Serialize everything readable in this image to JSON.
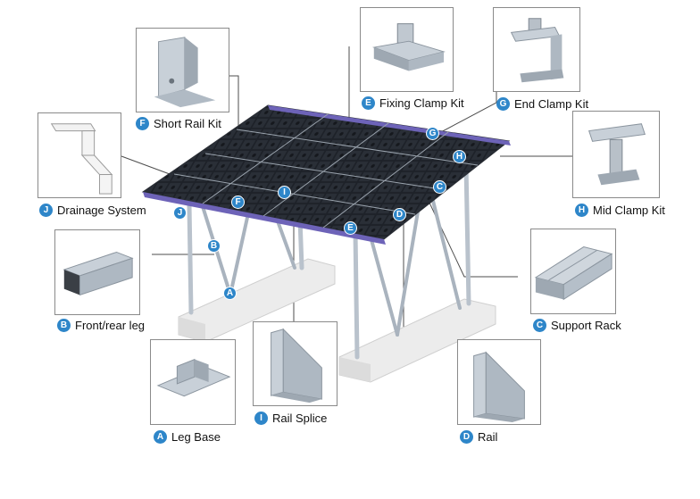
{
  "components": [
    {
      "letter": "A",
      "label": "Leg Base"
    },
    {
      "letter": "B",
      "label": "Front/rear leg"
    },
    {
      "letter": "C",
      "label": "Support Rack"
    },
    {
      "letter": "D",
      "label": "Rail"
    },
    {
      "letter": "E",
      "label": "Fixing Clamp Kit"
    },
    {
      "letter": "F",
      "label": "Short Rail Kit"
    },
    {
      "letter": "G",
      "label": "End Clamp Kit"
    },
    {
      "letter": "H",
      "label": "Mid Clamp Kit"
    },
    {
      "letter": "I",
      "label": "Rail Splice"
    },
    {
      "letter": "J",
      "label": "Drainage System"
    }
  ],
  "colors": {
    "badge": "#2e86c9",
    "panel": "#1c1f24",
    "aluminum": "#b9c2cc",
    "concrete": "#ececec",
    "box_border": "#8a8a8a"
  }
}
